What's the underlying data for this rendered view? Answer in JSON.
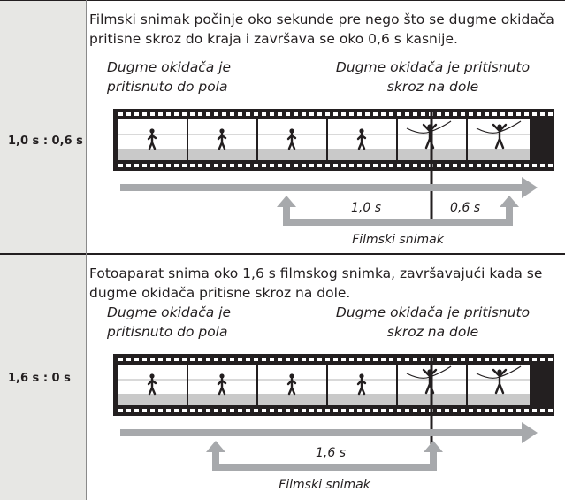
{
  "rows": [
    {
      "label": "1,0 s : 0,6 s",
      "description": "Filmski snimak počinje oko sekunde pre nego što se dugme okidača pritisne skroz do kraja i završava se oko 0,6 s kasnije.",
      "caption_left": [
        "Dugme okidača je",
        "pritisnuto do pola"
      ],
      "caption_right": [
        "Dugme okidača je pritisnuto",
        "skroz na dole"
      ],
      "before_label": "1,0 s",
      "after_label": "0,6 s",
      "bracket_label": "Filmski snimak"
    },
    {
      "label": "1,6 s : 0 s",
      "description": "Fotoaparat snima oko 1,6 s filmskog snimka, završavajući kada se dugme okidača pritisne skroz na dole.",
      "caption_left": [
        "Dugme okidača je",
        "pritisnuto do pola"
      ],
      "caption_right": [
        "Dugme okidača je pritisnuto",
        "skroz na dole"
      ],
      "before_label": "1,6 s",
      "after_label": "",
      "bracket_label": "Filmski snimak"
    }
  ],
  "icons": {
    "frame_runner": "runner-icon",
    "frame_finish": "finish-line-runner-icon",
    "arrow": "right-arrow-icon",
    "bracket_arrow": "up-arrow-icon"
  },
  "colors": {
    "label_bg": "#e7e7e4",
    "arrow": "#a7a9ac",
    "film": "#231f20"
  }
}
